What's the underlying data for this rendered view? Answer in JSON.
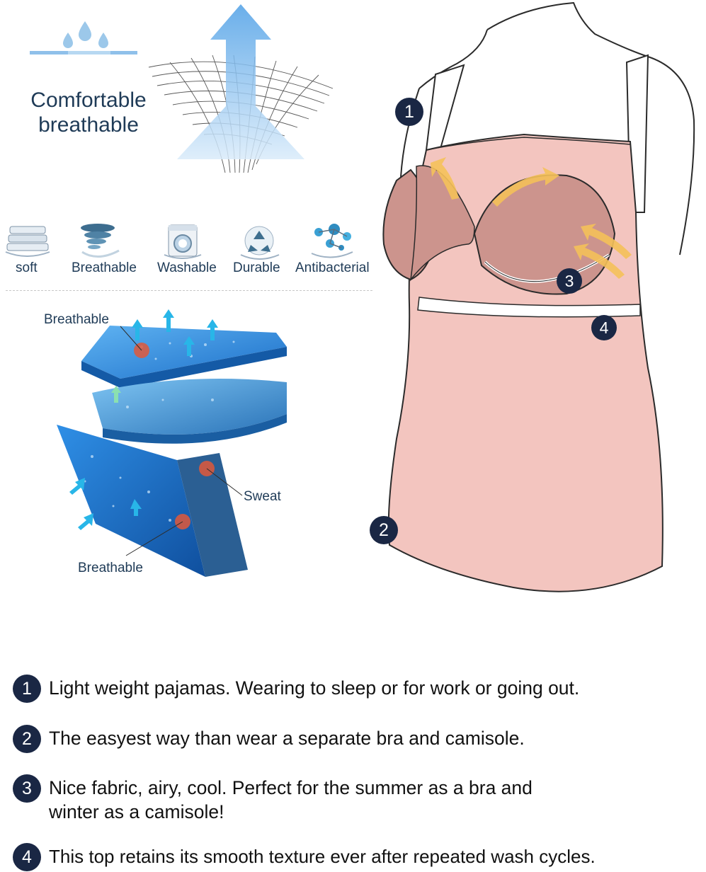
{
  "headline": {
    "line1": "Comfortable",
    "line2": "breathable"
  },
  "features": [
    {
      "label": "soft",
      "icon": "fabric-stack-icon"
    },
    {
      "label": "Breathable",
      "icon": "tornado-icon"
    },
    {
      "label": "Washable",
      "icon": "washing-machine-icon"
    },
    {
      "label": "Durable",
      "icon": "recycle-icon"
    },
    {
      "label": "Antibacterial",
      "icon": "molecule-icon"
    }
  ],
  "fabric_diagram": {
    "label_top": "Breathable",
    "label_sweat": "Sweat",
    "label_bottom": "Breathable"
  },
  "garment_markers": [
    "1",
    "2",
    "3",
    "4"
  ],
  "bullets": [
    {
      "num": "1",
      "text": "Light weight pajamas. Wearing to sleep or for work or going out."
    },
    {
      "num": "2",
      "text": "The easyest way than wear a separate bra and camisole."
    },
    {
      "num": "3",
      "text": "Nice fabric, airy, cool. Perfect for the summer as a bra and winter as a camisole!"
    },
    {
      "num": "4",
      "text": "This top retains its smooth texture ever after repeated wash cycles."
    }
  ],
  "colors": {
    "navy": "#1a2744",
    "label_blue": "#1f3b57",
    "camisole_pink": "#f3c5bf",
    "cup_mauve": "#cc948d",
    "arrow_yellow": "#f5c15a",
    "fabric_blue": "#1e7fd8",
    "sweat_dot": "#e0583a"
  }
}
